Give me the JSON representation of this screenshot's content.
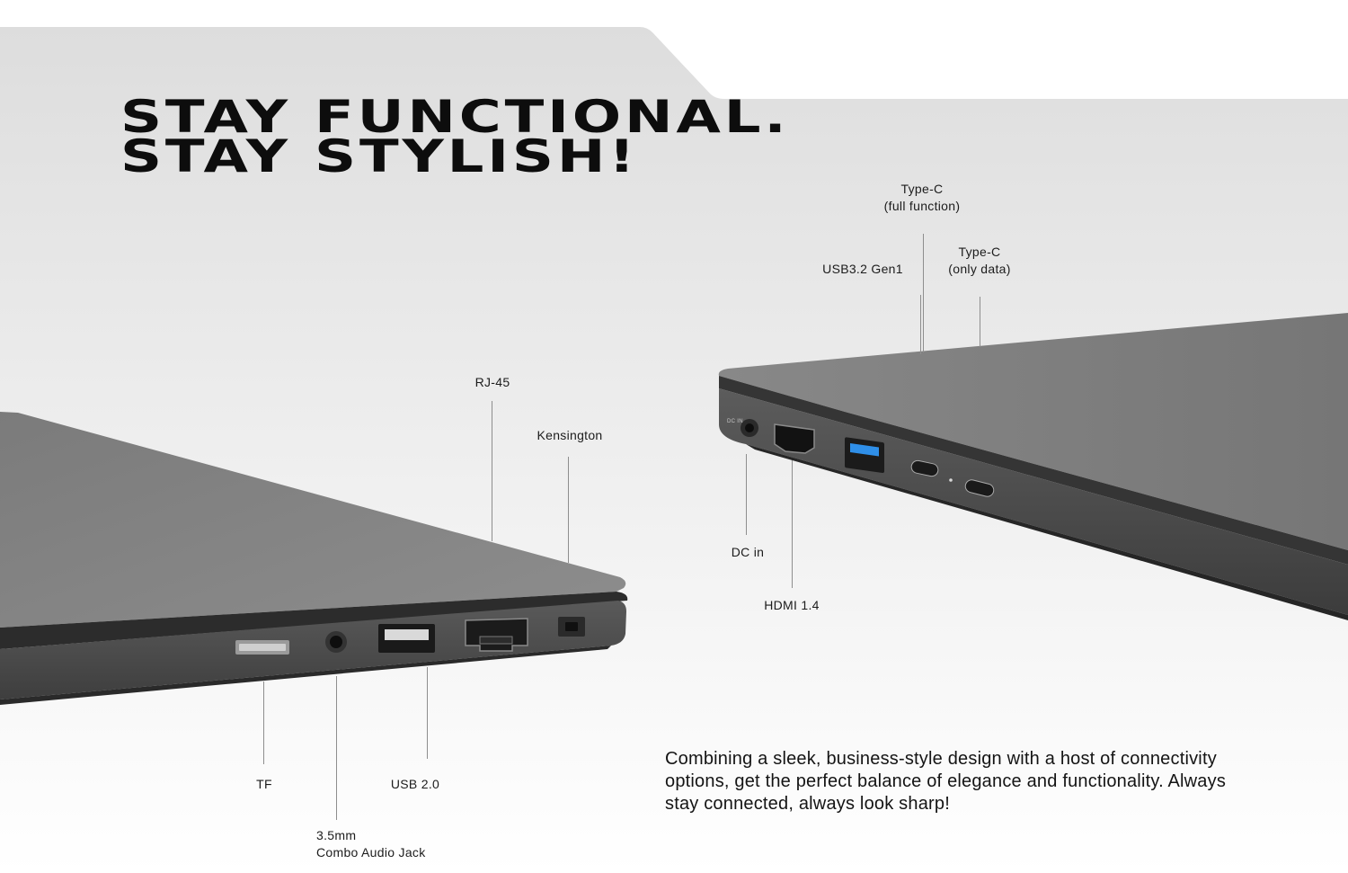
{
  "headline": {
    "line1": "STAY FUNCTIONAL.",
    "line2": "STAY STYLISH!"
  },
  "ports_left": {
    "rj45": "RJ-45",
    "kensington": "Kensington",
    "tf": "TF",
    "usb2": "USB 2.0",
    "audio_line1": "3.5mm",
    "audio_line2": "Combo Audio Jack"
  },
  "ports_right": {
    "typec_full_line1": "Type-C",
    "typec_full_line2": "(full function)",
    "usb32": "USB3.2 Gen1",
    "typec_data_line1": "Type-C",
    "typec_data_line2": "(only data)",
    "dc_in": "DC in",
    "hdmi": "HDMI 1.4",
    "dc_mark": "DC IN"
  },
  "description": "Combining a sleek, business-style design with a host of connectivity options, get the perfect balance of elegance and functionality. Always stay connected, always look sharp!",
  "colors": {
    "panel_gradient_top": "#dcdcdc",
    "laptop_body": "#6b6b6b",
    "usb3_accent": "#2f8fe8",
    "text": "#141414"
  }
}
